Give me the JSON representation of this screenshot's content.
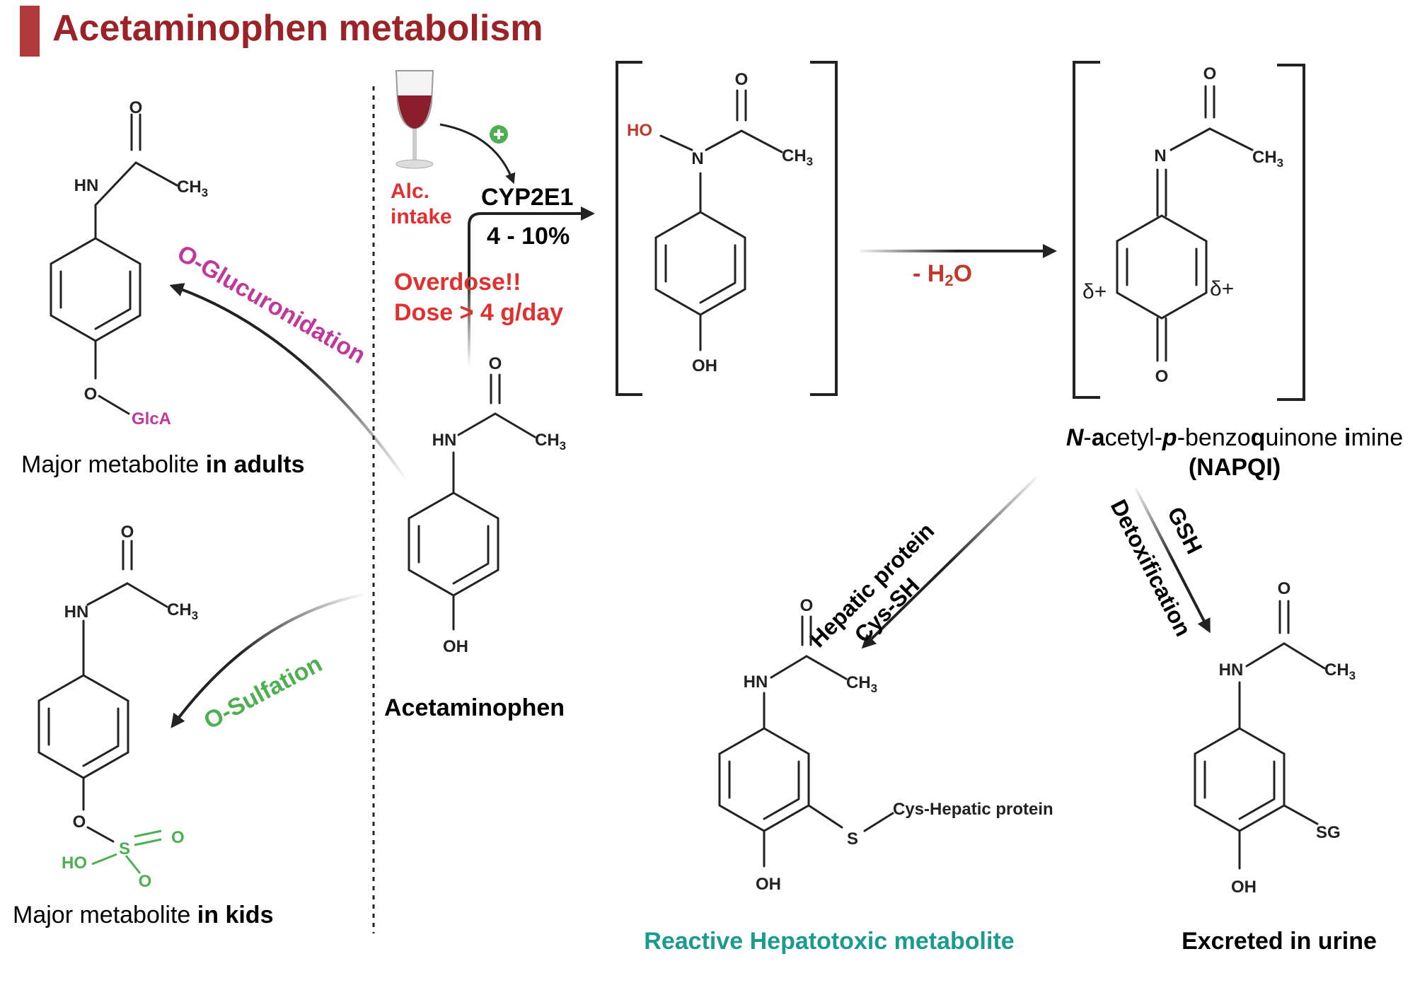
{
  "title": "Acetaminophen metabolism",
  "labels": {
    "alcohol": [
      "Alc.",
      "intake"
    ],
    "enzyme": "CYP2E1",
    "percent": "4 - 10%",
    "overdose": [
      "Overdose!!",
      "Dose > 4 g/day"
    ],
    "dehydration": "- H",
    "dehydration_sub": "2",
    "dehydration_tail": "O",
    "glucuronidation": "O-Glucuronidation",
    "sulfation": "O-Sulfation",
    "hepatic": [
      "Hepatic protein",
      "Cys-SH"
    ],
    "gsh": "GSH",
    "detox": "Detoxification",
    "delta": "δ+"
  },
  "captions": {
    "adults_pre": "Major metabolite ",
    "adults_bold": "in adults",
    "kids_pre": "Major metabolite ",
    "kids_bold": "in kids",
    "acetaminophen": "Acetaminophen",
    "napqi_name": [
      "N",
      "-",
      "a",
      "cetyl-",
      "p",
      "-benzo",
      "q",
      "uinone ",
      "i",
      "mine"
    ],
    "napqi_abbr": "(NAPQI)",
    "reactive": "Reactive Hepatotoxic metabolite",
    "excreted": "Excreted in urine"
  },
  "atoms": {
    "O": "O",
    "HN": "HN",
    "N": "N",
    "CH": "CH",
    "three": "3",
    "OH": "OH",
    "HO": "HO",
    "GlcA": "GlcA",
    "S": "S",
    "SG": "SG",
    "cys_protein": "Cys-Hepatic protein"
  },
  "colors": {
    "title": "#9b2226",
    "title_bar": "#b03a3a",
    "alcohol_red": "#e03030",
    "glucuronidation": "#c0399a",
    "sulfation": "#4caf50",
    "reactive": "#1a9b8e",
    "hydroxyl_red": "#c0392b"
  },
  "icons": [
    "wine-glass-icon",
    "plus-circle-icon"
  ]
}
